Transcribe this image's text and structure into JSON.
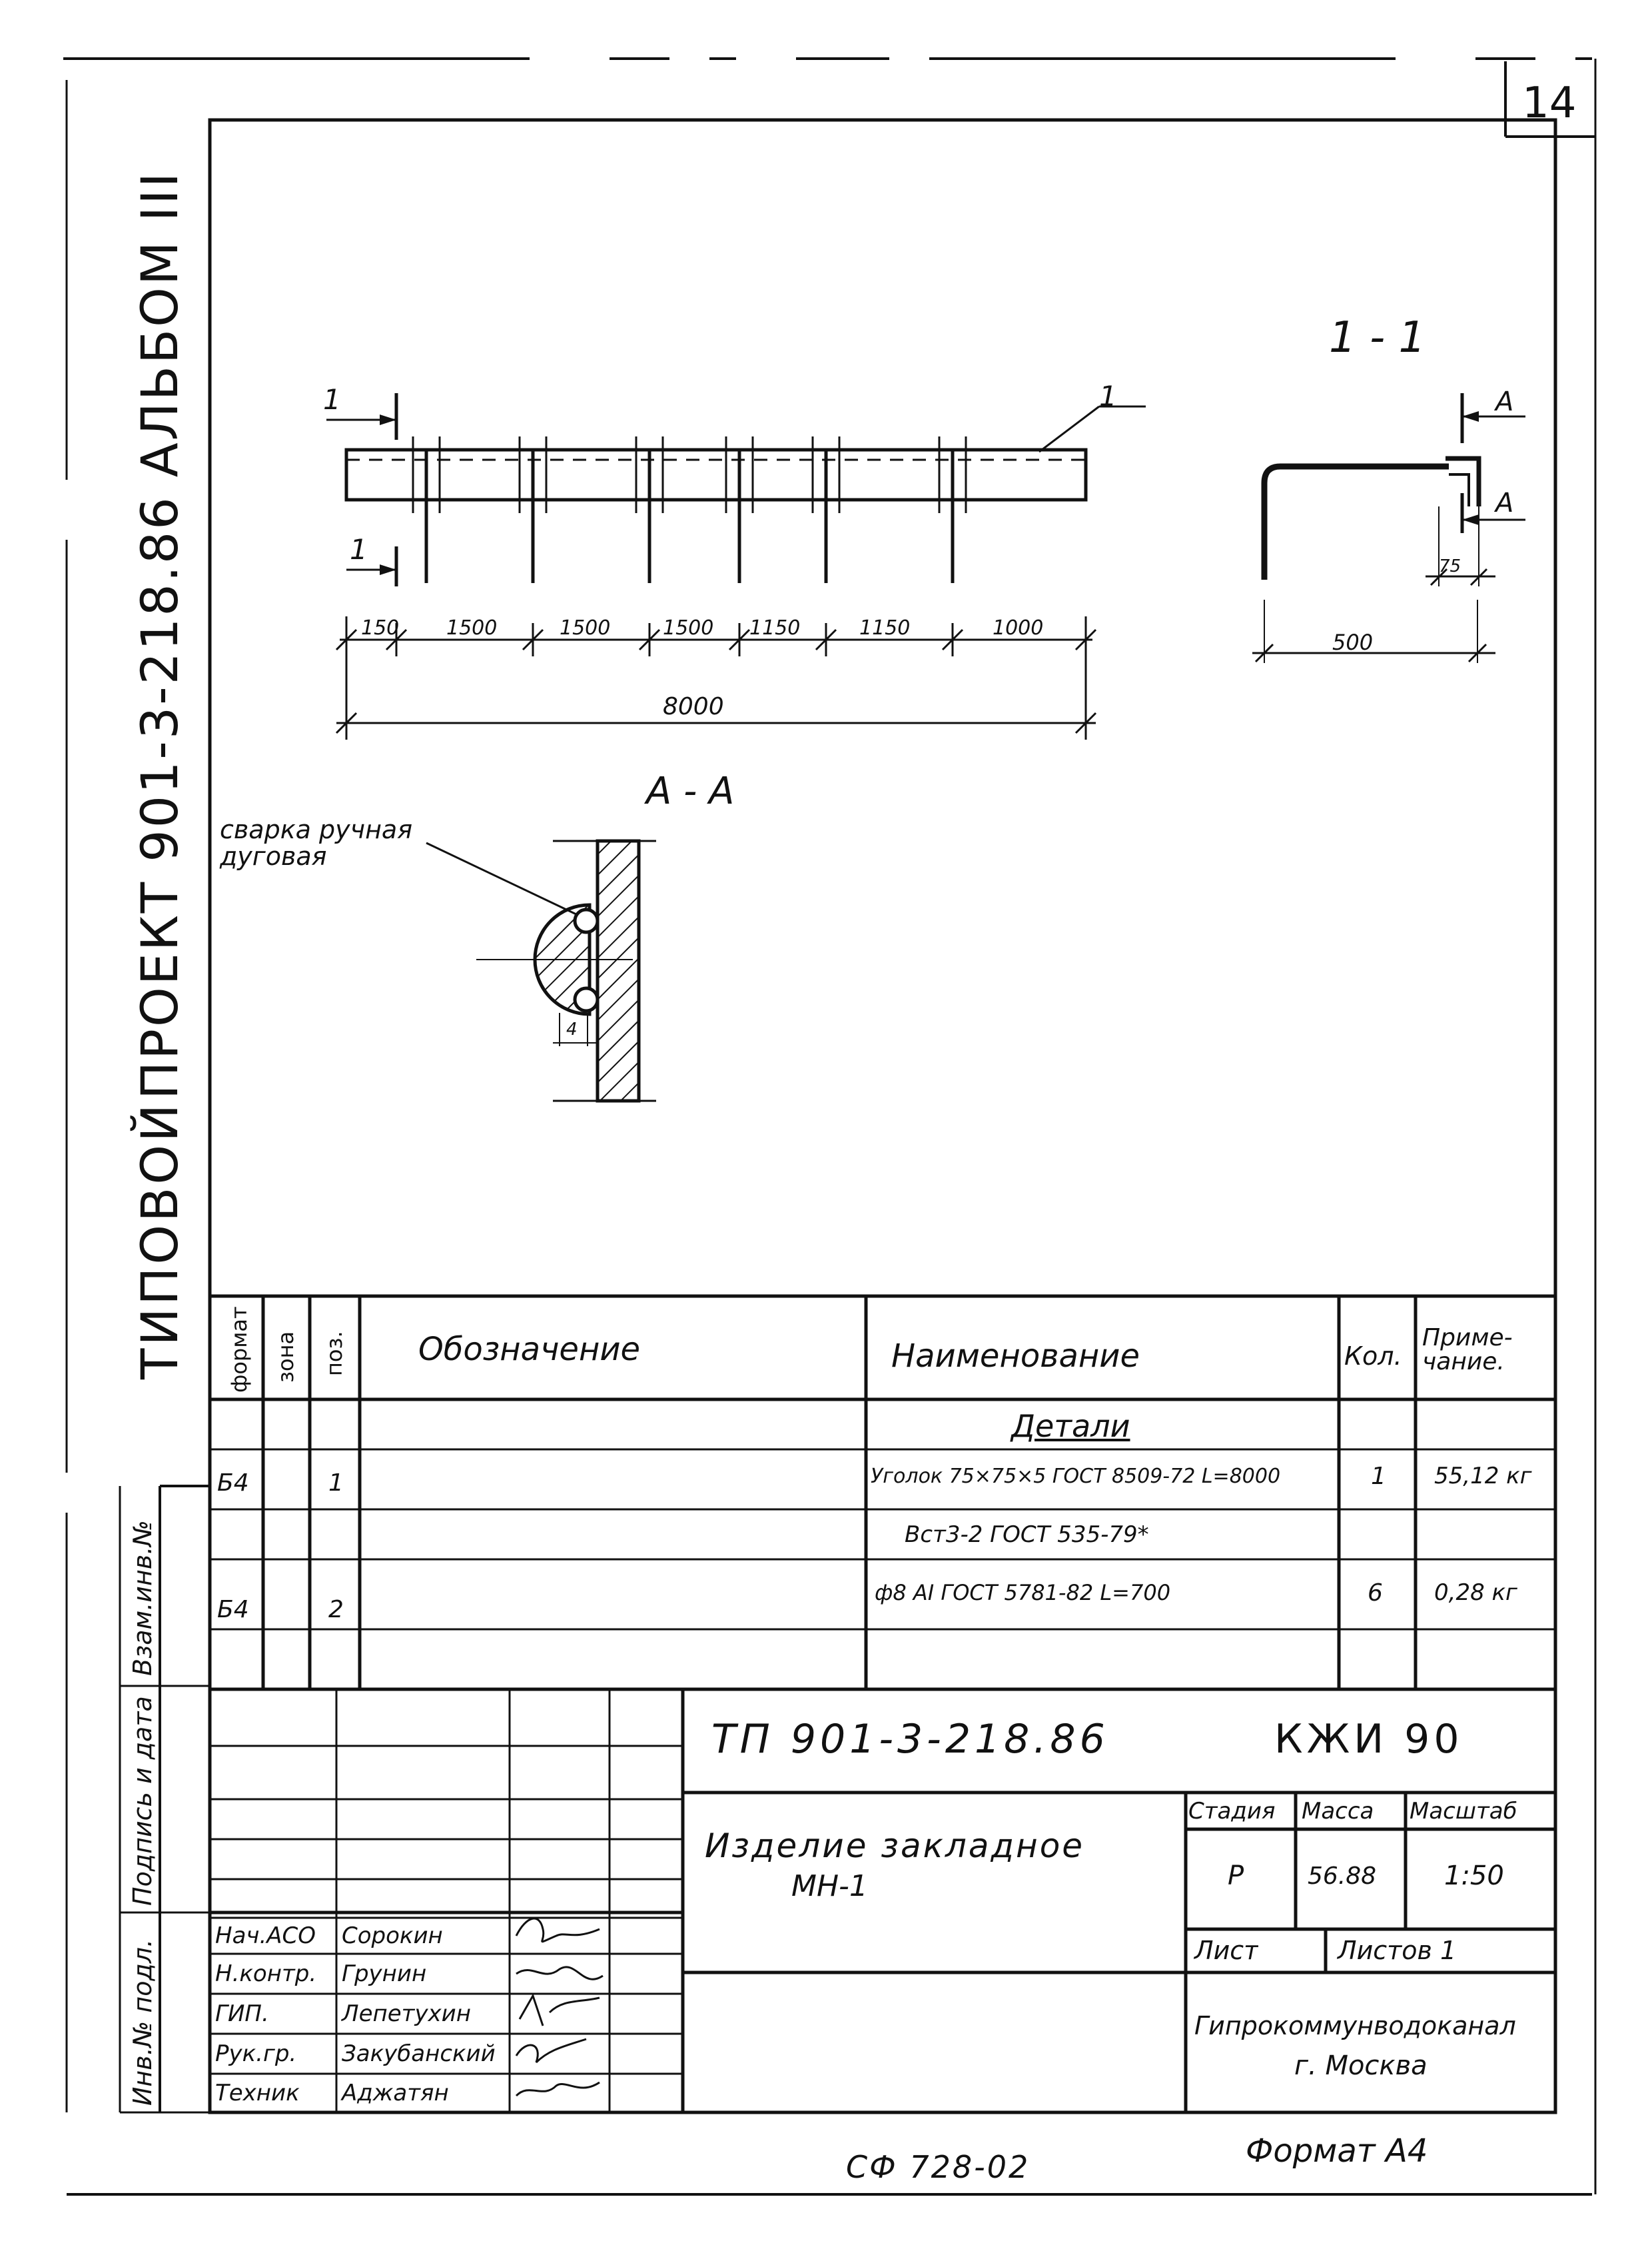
{
  "page_number": "14",
  "side_stamp": {
    "prefix": "ТИПОВОЙ",
    "project": "ПРОЕКТ 901-3-218.86 АЛЬБОМ III"
  },
  "side_columns": [
    "Взам.инв.№",
    "Подпись и дата",
    "Инв.№ подл."
  ],
  "drawing": {
    "plan_dims": [
      "150",
      "1500",
      "1500",
      "1500",
      "1150",
      "1150",
      "1000"
    ],
    "overall_dim": "8000",
    "section_mark": "1",
    "section_1_1_title": "1 - 1",
    "section_aa_mark": "А",
    "section_1_1_dims": [
      "75",
      "500"
    ],
    "section_aa_title": "А - А",
    "weld_note": "сварка ручная дуговая",
    "weld_dim": "4"
  },
  "spec_table": {
    "headers": {
      "format": "формат",
      "zone": "зона",
      "pos": "поз.",
      "designation": "Обозначение",
      "name": "Наименование",
      "qty": "Кол.",
      "note": "Приме-чание."
    },
    "section_title": "Детали",
    "rows": [
      {
        "format": "Б4",
        "pos": "1",
        "name": "Уголок 75×75×5 ГОСТ 8509-72 L=8000",
        "qty": "1",
        "note": "55,12 кг"
      },
      {
        "format": "",
        "pos": "",
        "name": "Вст3-2 ГОСТ 535-79*",
        "qty": "",
        "note": ""
      },
      {
        "format": "Б4",
        "pos": "2",
        "name": "ф8 АI ГОСТ 5781-82  L=700",
        "qty": "6",
        "note": "0,28 кг"
      }
    ]
  },
  "title_block": {
    "doc_code": "ТП 901-3-218.86",
    "sheet_code": "КЖИ 90",
    "item_name": "Изделие закладное",
    "item_mark": "МН-1",
    "stage_label": "Стадия",
    "mass_label": "Масса",
    "scale_label": "Масштаб",
    "stage": "Р",
    "mass": "56.88",
    "scale": "1:50",
    "sheet_label": "Лист",
    "sheets_label": "Листов 1",
    "org_name": "Гипрокоммунводоканал",
    "org_city": "г. Москва",
    "signatures": [
      {
        "role": "Нач.АСО",
        "name": "Сорокин"
      },
      {
        "role": "Н.контр.",
        "name": "Грунин"
      },
      {
        "role": "ГИП.",
        "name": "Лепетухин"
      },
      {
        "role": "Рук.гр.",
        "name": "Закубанский"
      },
      {
        "role": "Техник",
        "name": "Аджатян"
      }
    ]
  },
  "footer": {
    "format": "Формат А4",
    "copy_code": "СФ 728-02"
  }
}
